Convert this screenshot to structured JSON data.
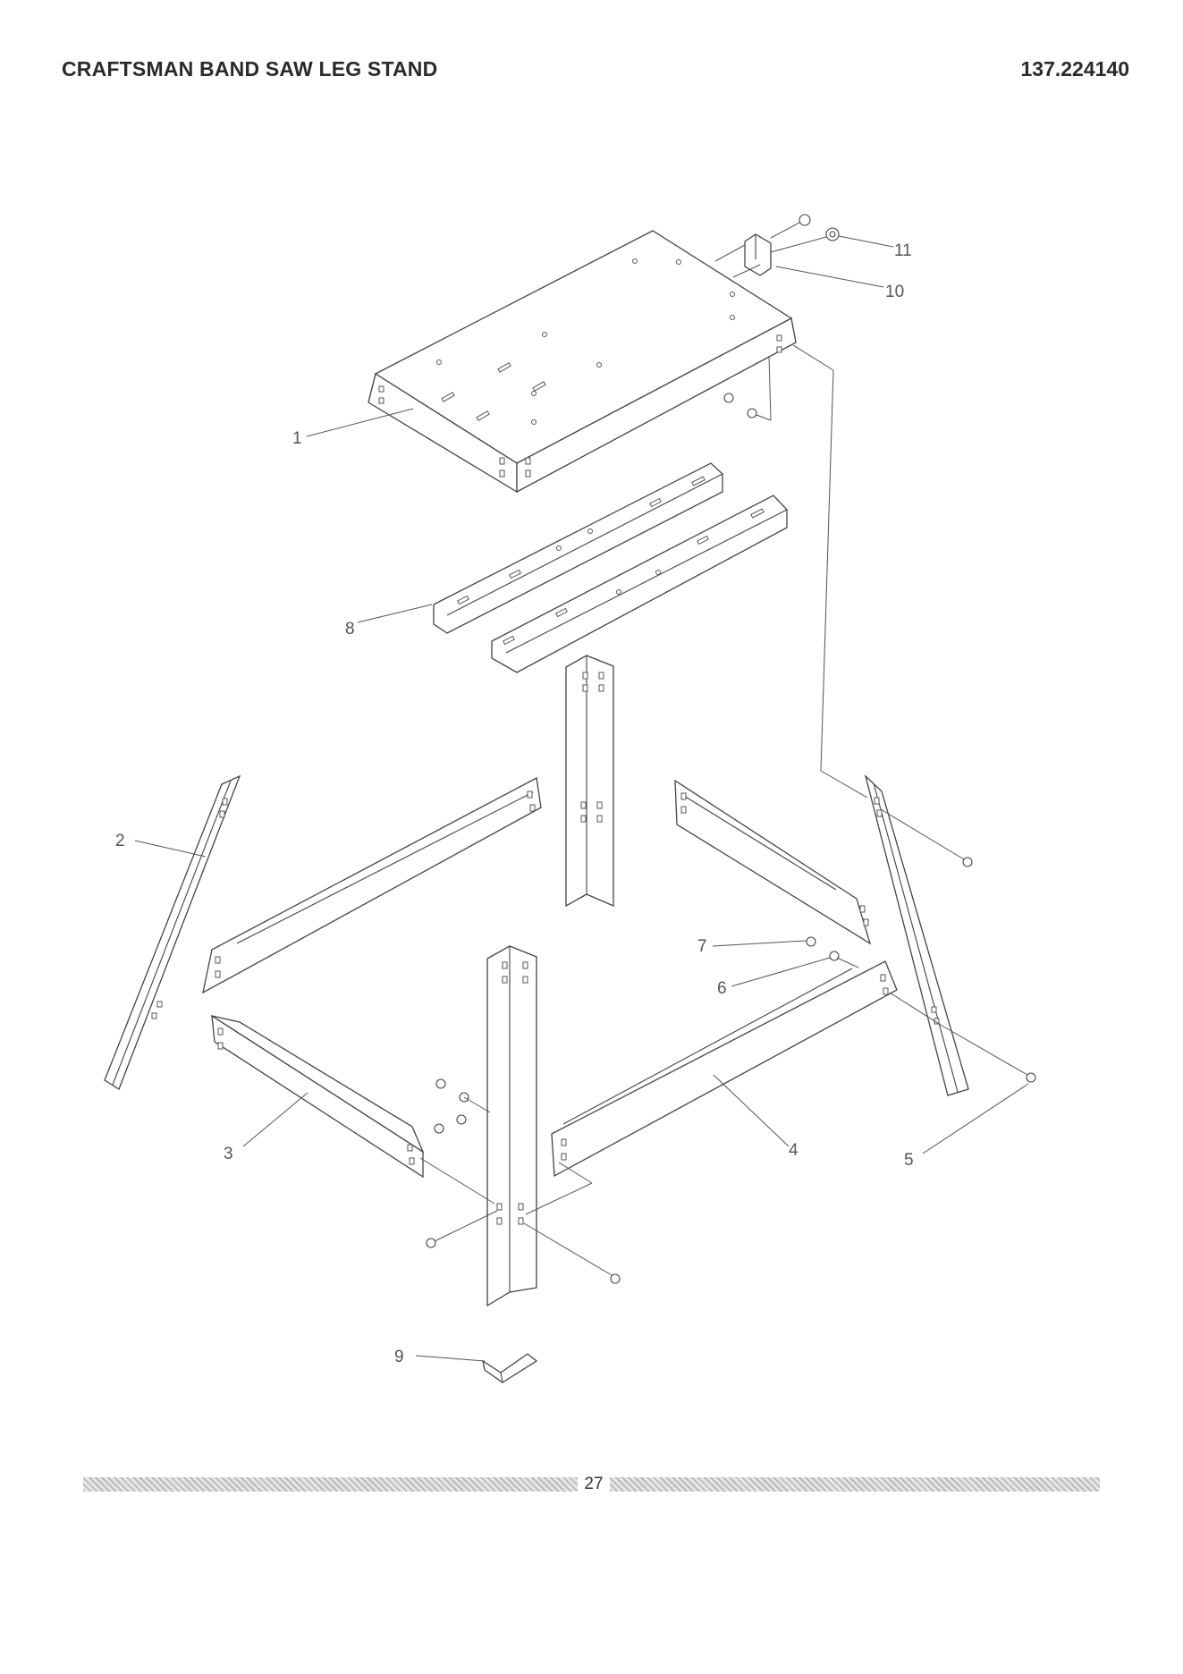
{
  "header": {
    "title": "CRAFTSMAN BAND SAW LEG STAND",
    "model_number": "137.224140"
  },
  "callouts": [
    {
      "id": "top",
      "label": "1"
    },
    {
      "id": "leg-left",
      "label": "2"
    },
    {
      "id": "brace-front-left",
      "label": "3"
    },
    {
      "id": "brace-front-right",
      "label": "4"
    },
    {
      "id": "bolt",
      "label": "5"
    },
    {
      "id": "lock-washer",
      "label": "6"
    },
    {
      "id": "nut",
      "label": "7"
    },
    {
      "id": "support-rail",
      "label": "8"
    },
    {
      "id": "foot",
      "label": "9"
    },
    {
      "id": "bracket",
      "label": "10"
    },
    {
      "id": "screw",
      "label": "11"
    }
  ],
  "footer": {
    "page_number": "27"
  }
}
